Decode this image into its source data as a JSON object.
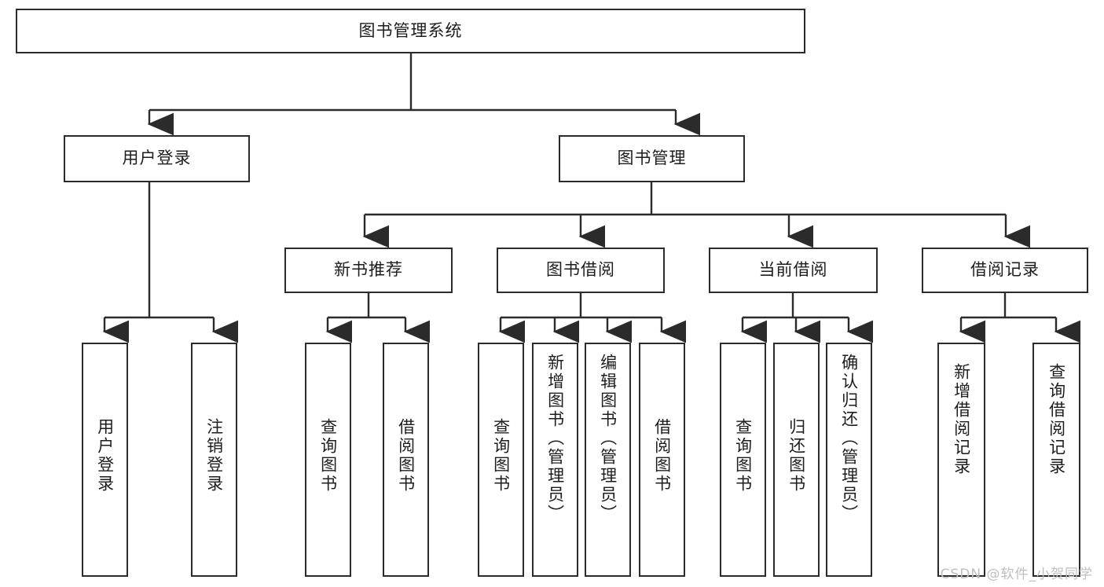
{
  "diagram": {
    "title": "图书管理系统",
    "type": "tree-hierarchy-diagram",
    "root": {
      "label": "图书管理系统"
    },
    "level2": [
      {
        "label": "用户登录"
      },
      {
        "label": "图书管理"
      }
    ],
    "level3": [
      {
        "label": "新书推荐"
      },
      {
        "label": "图书借阅"
      },
      {
        "label": "当前借阅"
      },
      {
        "label": "借阅记录"
      }
    ],
    "leaves": {
      "user_login": [
        {
          "label": "用户登录"
        },
        {
          "label": "注销登录"
        }
      ],
      "new_book_recommend": [
        {
          "label": "查询图书"
        },
        {
          "label": "借阅图书"
        }
      ],
      "book_borrow": [
        {
          "label": "查询图书"
        },
        {
          "label": "新增图书（管理员）"
        },
        {
          "label": "编辑图书（管理员）"
        },
        {
          "label": "借阅图书"
        }
      ],
      "current_borrow": [
        {
          "label": "查询图书"
        },
        {
          "label": "归还图书"
        },
        {
          "label": "确认归还（管理员）"
        }
      ],
      "borrow_record": [
        {
          "label": "新增借阅记录"
        },
        {
          "label": "查询借阅记录"
        }
      ]
    }
  },
  "watermark": {
    "text": "CSDN @软件_小贺同学"
  },
  "colors": {
    "stroke": "#2b2b2b",
    "background": "#ffffff",
    "text": "#1d1d1d",
    "watermark": "#bfbfbf"
  }
}
